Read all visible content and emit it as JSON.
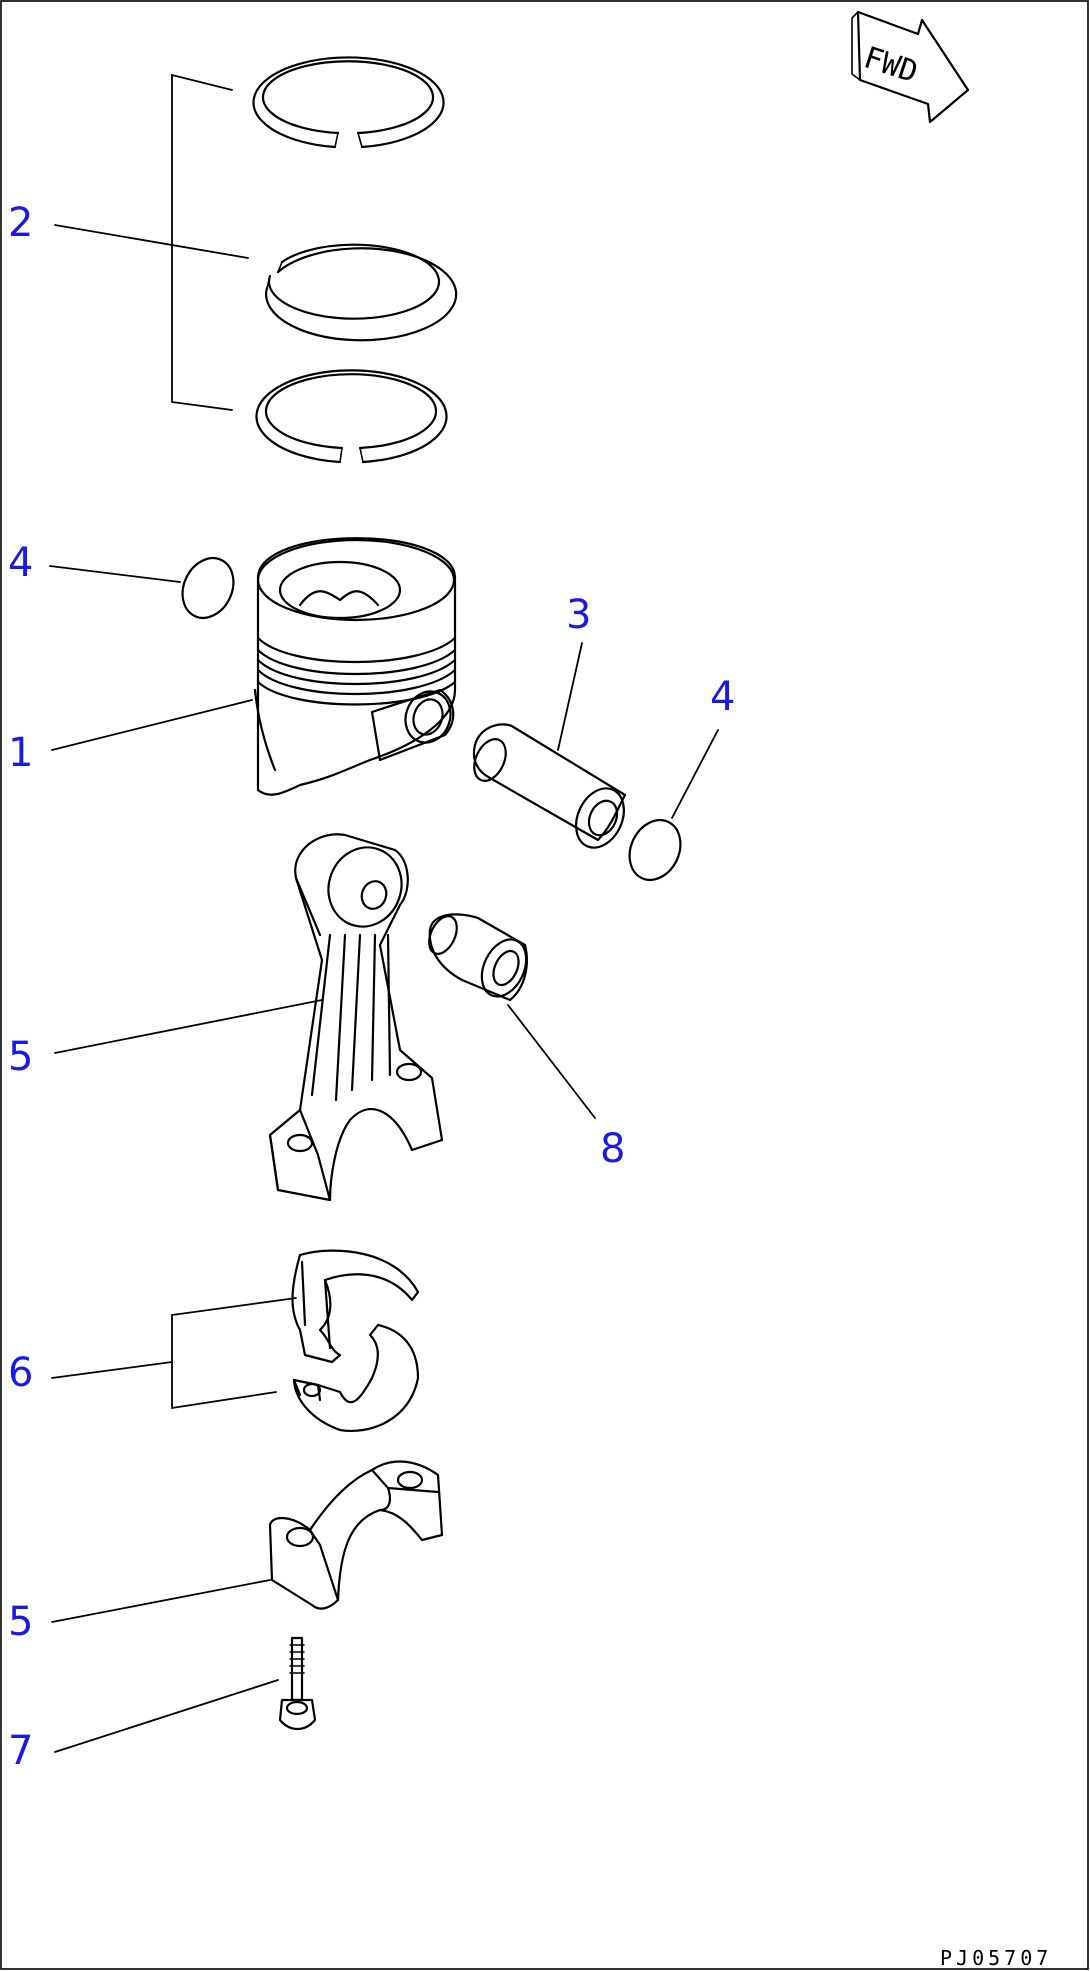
{
  "fwd_label": "FWD",
  "drawing_number": "PJ05707",
  "callouts": [
    {
      "id": "c2",
      "label": "2"
    },
    {
      "id": "c4a",
      "label": "4"
    },
    {
      "id": "c3",
      "label": "3"
    },
    {
      "id": "c4b",
      "label": "4"
    },
    {
      "id": "c1",
      "label": "1"
    },
    {
      "id": "c5a",
      "label": "5"
    },
    {
      "id": "c8",
      "label": "8"
    },
    {
      "id": "c6",
      "label": "6"
    },
    {
      "id": "c5b",
      "label": "5"
    },
    {
      "id": "c7",
      "label": "7"
    }
  ],
  "colors": {
    "callout": "#1a1ae6",
    "line": "#000000",
    "background": "#ffffff"
  }
}
